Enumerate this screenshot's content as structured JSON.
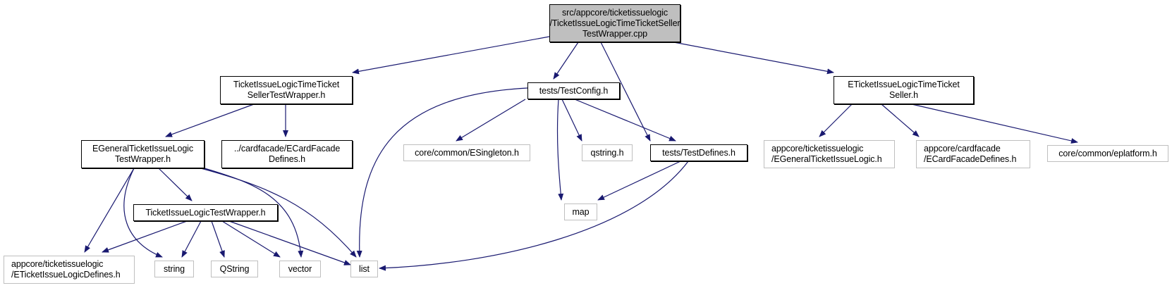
{
  "diagram": {
    "type": "include-dependency-graph",
    "edge_color": "#191970",
    "root_fill": "#bfbfbf",
    "external_border": "#bfbfbf",
    "nodes": {
      "root": "src/appcore/ticketissuelogic\n/TicketIssueLogicTimeTicketSeller\nTestWrapper.cpp",
      "tsw_h": "TicketIssueLogicTimeTicket\nSellerTestWrapper.h",
      "testconfig": "tests/TestConfig.h",
      "etime_h": "ETicketIssueLogicTimeTicket\nSeller.h",
      "egen_tw": "EGeneralTicketIssueLogic\nTestWrapper.h",
      "cardfacade_rel": "../cardfacade/ECardFacade\nDefines.h",
      "esingleton": "core/common/ESingleton.h",
      "qstring_h": "qstring.h",
      "testdefines": "tests/TestDefines.h",
      "egen_logic": "appcore/ticketissuelogic\n/EGeneralTicketIssueLogic.h",
      "cardfacade_abs": "appcore/cardfacade\n/ECardFacadeDefines.h",
      "eplatform": "core/common/eplatform.h",
      "tiltw": "TicketIssueLogicTestWrapper.h",
      "map": "map",
      "etdefines": "appcore/ticketissuelogic\n/ETicketIssueLogicDefines.h",
      "string": "string",
      "QString": "QString",
      "vector": "vector",
      "list": "list"
    },
    "edges": [
      [
        "root",
        "tsw_h"
      ],
      [
        "root",
        "testconfig"
      ],
      [
        "root",
        "testdefines"
      ],
      [
        "root",
        "etime_h"
      ],
      [
        "tsw_h",
        "egen_tw"
      ],
      [
        "tsw_h",
        "cardfacade_rel"
      ],
      [
        "testconfig",
        "list"
      ],
      [
        "testconfig",
        "esingleton"
      ],
      [
        "testconfig",
        "map"
      ],
      [
        "testconfig",
        "qstring_h"
      ],
      [
        "testconfig",
        "testdefines"
      ],
      [
        "etime_h",
        "egen_logic"
      ],
      [
        "etime_h",
        "cardfacade_abs"
      ],
      [
        "etime_h",
        "eplatform"
      ],
      [
        "egen_tw",
        "etdefines"
      ],
      [
        "egen_tw",
        "string"
      ],
      [
        "egen_tw",
        "tiltw"
      ],
      [
        "egen_tw",
        "vector"
      ],
      [
        "egen_tw",
        "list"
      ],
      [
        "tiltw",
        "etdefines"
      ],
      [
        "tiltw",
        "string"
      ],
      [
        "tiltw",
        "QString"
      ],
      [
        "tiltw",
        "vector"
      ],
      [
        "tiltw",
        "list"
      ],
      [
        "testdefines",
        "map"
      ],
      [
        "testdefines",
        "list"
      ]
    ]
  }
}
